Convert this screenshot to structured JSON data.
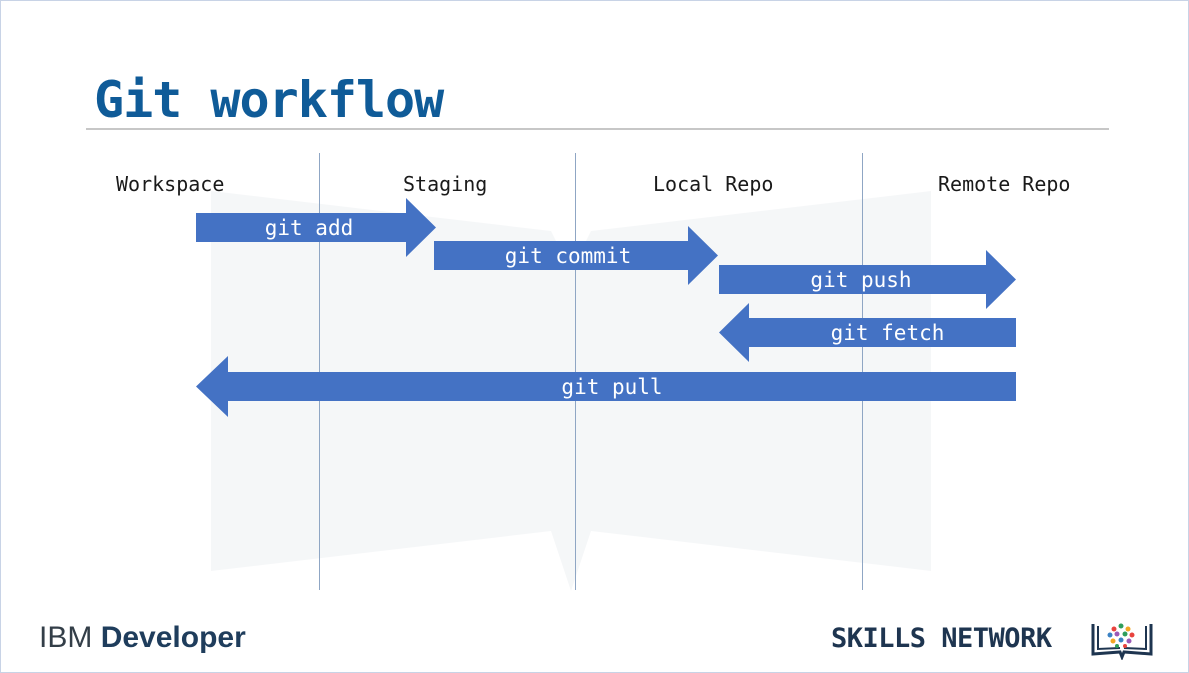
{
  "slide": {
    "title": "Git workflow"
  },
  "columns": [
    {
      "label": "Workspace"
    },
    {
      "label": "Staging"
    },
    {
      "label": "Local Repo"
    },
    {
      "label": "Remote Repo"
    }
  ],
  "arrows": [
    {
      "label": "git add",
      "from": "Workspace",
      "to": "Staging",
      "direction": "right"
    },
    {
      "label": "git commit",
      "from": "Staging",
      "to": "Local Repo",
      "direction": "right"
    },
    {
      "label": "git push",
      "from": "Local Repo",
      "to": "Remote Repo",
      "direction": "right"
    },
    {
      "label": "git fetch",
      "from": "Remote Repo",
      "to": "Local Repo",
      "direction": "left"
    },
    {
      "label": "git pull",
      "from": "Remote Repo",
      "to": "Workspace",
      "direction": "left"
    }
  ],
  "footer": {
    "brand_prefix": "IBM",
    "brand_bold": "Developer",
    "network": "SKILLS NETWORK"
  },
  "colors": {
    "arrow": "#4472c4",
    "title": "#0f5b98"
  },
  "icons": {
    "logo": "skills-network-book-icon"
  }
}
